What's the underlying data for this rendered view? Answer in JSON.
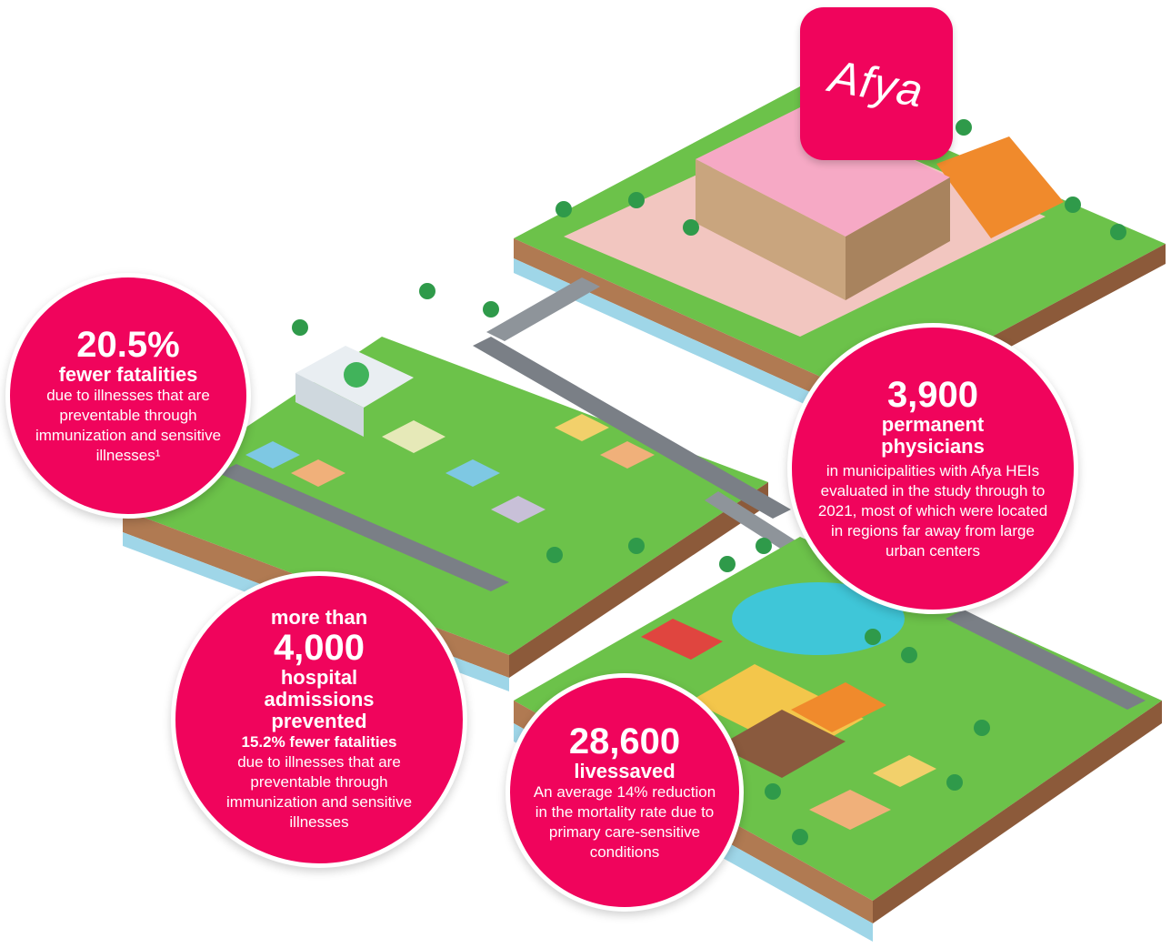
{
  "brand": {
    "logo_text": "Afya",
    "accent": "#f0045c"
  },
  "stats": {
    "fatalities": {
      "value": "20.5%",
      "headline": "fewer fatalities",
      "text": "due to illnesses that are preventable through immunization and sensitive illnesses¹"
    },
    "physicians": {
      "value": "3,900",
      "headline": "permanent physicians",
      "text": "in municipalities with Afya HEIs evaluated in the study through to 2021, most of which were located in regions far away from large urban centers"
    },
    "admissions": {
      "prefix": "more than",
      "value": "4,000",
      "headline": "hospital admissions prevented",
      "subhead": "15.2% fewer fatalities",
      "text": "due to illnesses that are preventable through immunization and sensitive illnesses"
    },
    "lives": {
      "value": "28,600",
      "headline": "livessaved",
      "text": "An average 14% reduction in the mortality rate due to primary care-sensitive conditions"
    }
  }
}
